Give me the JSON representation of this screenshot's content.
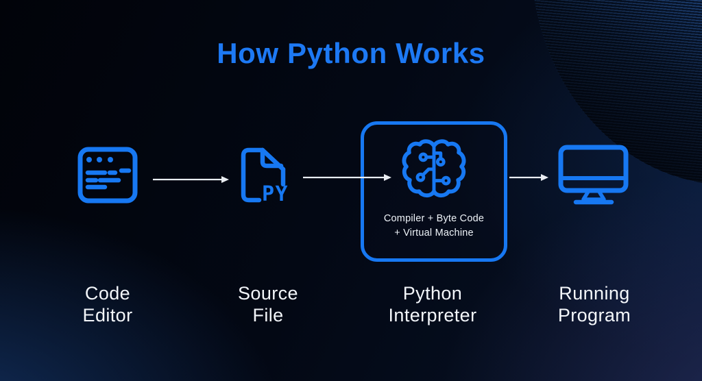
{
  "title": "How Python Works",
  "stages": [
    {
      "name": "code-editor",
      "label1": "Code",
      "label2": "Editor"
    },
    {
      "name": "source-file",
      "label1": "Source",
      "label2": "File",
      "file_badge": "PY"
    },
    {
      "name": "python-interpreter",
      "label1": "Python",
      "label2": "Interpreter",
      "note1": "Compiler + Byte Code",
      "note2": "+ Virtual Machine"
    },
    {
      "name": "running-program",
      "label1": "Running",
      "label2": "Program"
    }
  ],
  "icons": {
    "stage1": "code-editor-window-icon",
    "stage2": "py-file-icon",
    "stage3": "brain-circuit-icon",
    "stage4": "desktop-monitor-icon",
    "connector": "flow-arrow"
  },
  "colors": {
    "accent_blue": "#1778f2",
    "title_blue": "#1d79f4",
    "text_white": "#f3f6fa",
    "arrow_white": "#e9edf2",
    "background_dark": "#030814",
    "background_navy": "#0d2448",
    "stripe_blue": "#3878d6"
  }
}
